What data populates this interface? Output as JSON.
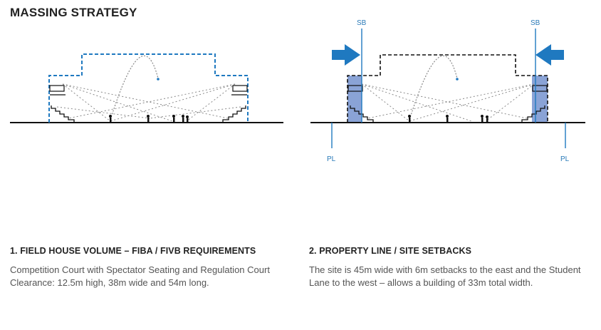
{
  "title": "MASSING STRATEGY",
  "panels": [
    {
      "heading": "1. FIELD HOUSE VOLUME – FIBA / FIVB REQUIREMENTS",
      "body": "Competition Court with Spectator Seating and Regulation Court Clearance: 12.5m high, 38m wide and 54m long."
    },
    {
      "heading": "2. PROPERTY LINE / SITE SETBACKS",
      "body": "The site is 45m wide with 6m setbacks to the east and the Student Lane to the west – allows a building of 33m total width.",
      "labels": {
        "setback": "SB",
        "property_line": "PL"
      }
    }
  ],
  "colors": {
    "blue": "#1f79c0",
    "setback_fill": "#8aa3d6",
    "black": "#111111",
    "gray": "#7a7a7a"
  }
}
